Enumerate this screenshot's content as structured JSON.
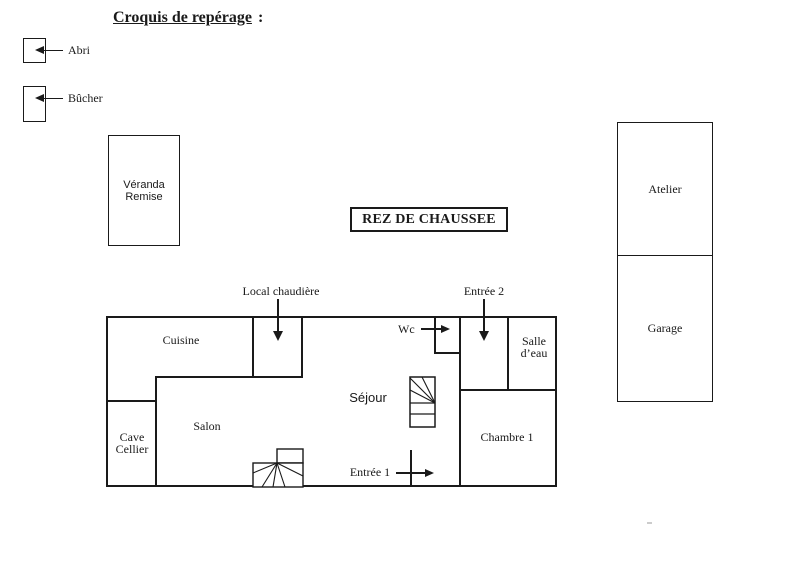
{
  "title": {
    "main": "Croquis de repérage",
    "colon": " :"
  },
  "floor_label": "REZ DE CHAUSSEE",
  "legend": {
    "abri": "Abri",
    "bucher": "Bûcher"
  },
  "outbuildings": {
    "veranda_line1": "Véranda",
    "veranda_line2": "Remise",
    "atelier": "Atelier",
    "garage": "Garage"
  },
  "rooms": {
    "cuisine": "Cuisine",
    "local_chaudiere": "Local chaudière",
    "wc": "Wc",
    "entree2": "Entrée 2",
    "salle_eau_line1": "Salle",
    "salle_eau_line2": "d’eau",
    "sejour": "Séjour",
    "salon": "Salon",
    "cave_line1": "Cave",
    "cave_line2": "Cellier",
    "chambre1": "Chambre 1",
    "entree1": "Entrée 1"
  },
  "colors": {
    "ink": "#1a1a1a",
    "paper": "#ffffff"
  }
}
